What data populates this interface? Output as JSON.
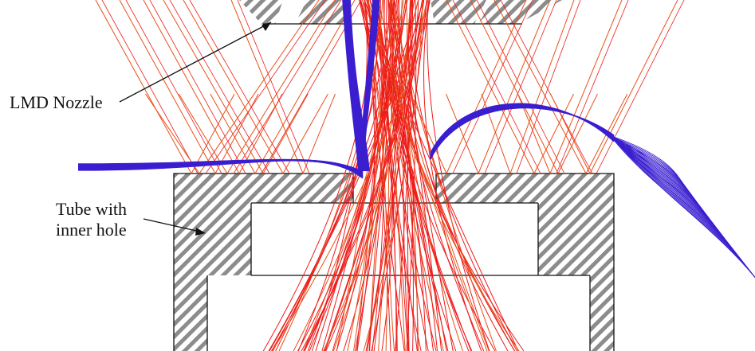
{
  "labels": {
    "nozzle": "LMD Nozzle",
    "tube_line1": "Tube with",
    "tube_line2": "inner hole"
  },
  "colors": {
    "laser_rays": "#ee1b1b",
    "laser_rays_outer": "#e8501a",
    "particle_traces": "#3a1fd0",
    "hatch": "#8c8c8c",
    "outline": "#111111"
  }
}
